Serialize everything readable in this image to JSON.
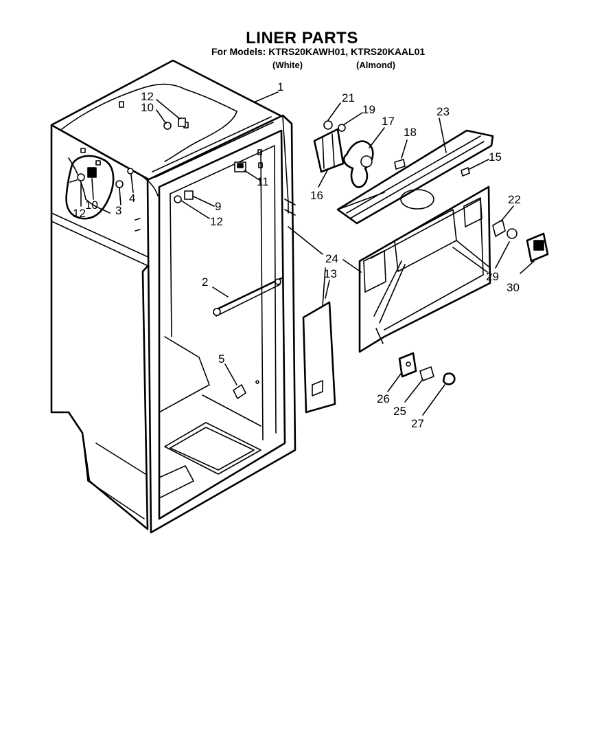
{
  "header": {
    "title": "LINER PARTS",
    "models_line": "For Models: KTRS20KAWH01, KTRS20KAAL01",
    "variants": [
      "(White)",
      "(Almond)"
    ]
  },
  "callouts": [
    "1",
    "12",
    "10",
    "12",
    "10",
    "3",
    "4",
    "11",
    "9",
    "12",
    "2",
    "5",
    "13",
    "21",
    "19",
    "17",
    "18",
    "16",
    "23",
    "15",
    "22",
    "24",
    "29",
    "30",
    "26",
    "25",
    "27"
  ]
}
